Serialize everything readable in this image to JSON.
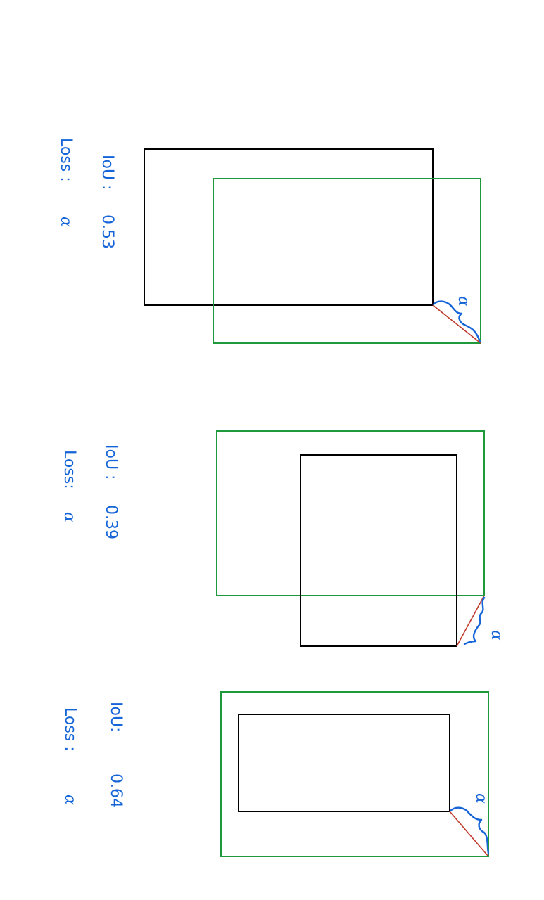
{
  "panels": [
    {
      "loss_label": "Loss :",
      "loss_value": "α",
      "iou_label": "IoU :",
      "iou_value": "0.53",
      "brace_label": "α"
    },
    {
      "loss_label": "Loss:",
      "loss_value": "α",
      "iou_label": "IoU :",
      "iou_value": "0.39",
      "brace_label": "α"
    },
    {
      "loss_label": "Loss :",
      "loss_value": "α",
      "iou_label": "IoU:",
      "iou_value": "0.64",
      "brace_label": "α"
    }
  ],
  "colors": {
    "predicted_box": "#000000",
    "ground_truth_box": "#1e9a3c",
    "distance_line": "#c0392b",
    "handwriting": "#1565d8"
  }
}
